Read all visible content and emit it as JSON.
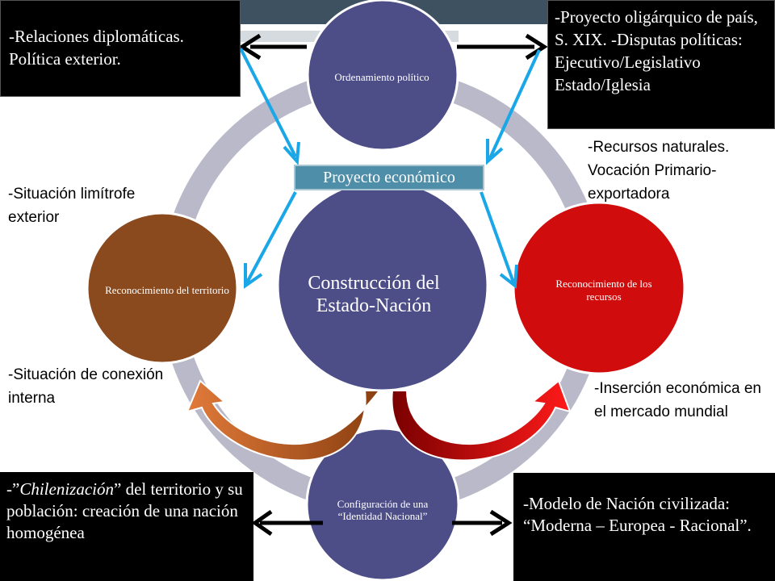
{
  "colors": {
    "ring": "#b9b9c9",
    "navy_node": "#4d4d88",
    "brown_node": "#8b4a1e",
    "red_node": "#d10c0c",
    "blue_arrow": "#1aa7e8",
    "proyecto_box": "#4f8ea8"
  },
  "nodes": {
    "center": "Construcción del Estado-Nación",
    "top": "Ordenamiento político",
    "left": "Reconocimiento del territorio",
    "right": "Reconocimiento de los recursos",
    "bottom": "Configuración de una “Identidad Nacional”"
  },
  "proyecto_label": "Proyecto económico",
  "boxes": {
    "top_left": "-Relaciones diplomáticas. Política exterior.",
    "top_right": "-Proyecto oligárquico de país, S. XIX. -Disputas políticas: Ejecutivo/Legislativo Estado/Iglesia",
    "bottom_left_prefix": "-”",
    "bottom_left_italic": "Chilenización",
    "bottom_left_rest": "” del territorio y su población: creación de una nación homogénea",
    "bottom_right": "-Modelo de Nación civilizada: “Moderna – Europea - Racional”."
  },
  "annotations": {
    "recursos": "-Recursos naturales. Vocación Primario-exportadora",
    "limitrofe": "-Situación limítrofe exterior",
    "conexion": "-Situación de conexión interna",
    "insercion": "-Inserción económica en el mercado mundial"
  }
}
